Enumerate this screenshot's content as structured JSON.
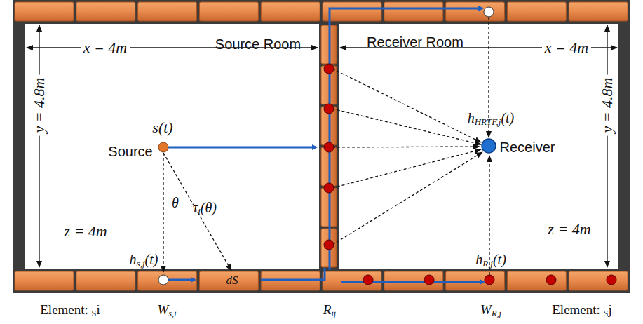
{
  "diagram": {
    "labels": [
      "Source Room",
      "Receiver Room",
      "x = 4m",
      "x = 4m",
      "y = 4.8m",
      "y = 4.8m",
      "z = 4m",
      "z = 4m",
      "s(t)",
      "Source",
      "Receiver",
      "θ",
      "τi(θ)",
      "hs,j(t)",
      "hHRTF,j(t)",
      "hR,j(t)",
      "dS",
      "Element: Si",
      "Ws,i",
      "Rij",
      "WR,j",
      "Element: Sj"
    ]
  }
}
